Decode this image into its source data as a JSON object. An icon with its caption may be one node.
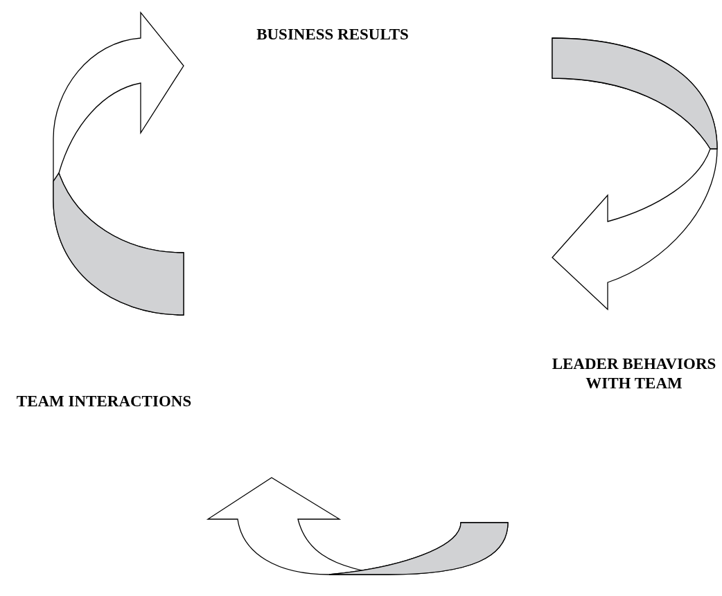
{
  "diagram": {
    "nodes": [
      {
        "text": [
          "BUSINESS RESULTS"
        ]
      },
      {
        "text": [
          "LEADER BEHAVIORS WITH TEAM"
        ]
      },
      {
        "text": [
          "TEAM INTERACTIONS"
        ]
      }
    ],
    "edges": [
      {
        "from": 0,
        "to": 1,
        "arrow": "to"
      },
      {
        "from": 1,
        "to": 2,
        "arrow": "to"
      },
      {
        "from": 2,
        "to": 0,
        "arrow": "to"
      }
    ]
  }
}
